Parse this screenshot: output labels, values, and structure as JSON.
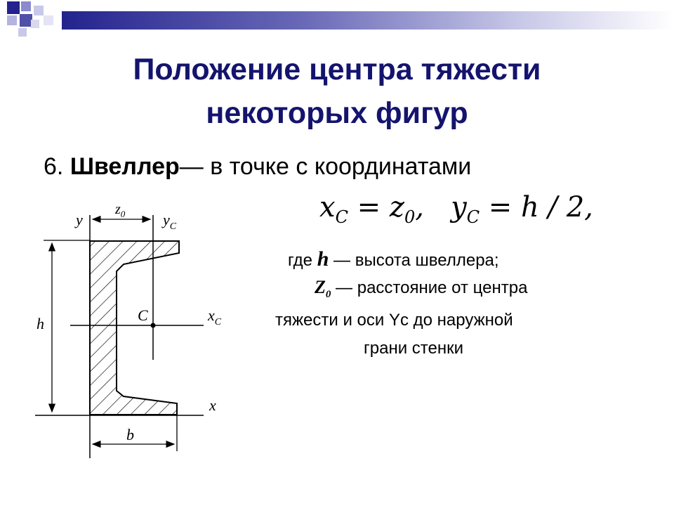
{
  "slide": {
    "title_line1": "Положение центра тяжести",
    "title_line2": "некоторых фигур",
    "item_number": "6.",
    "item_term": "Швеллер",
    "item_rest": "— в точке с координатами",
    "formula": {
      "x_label": "x",
      "x_sub": "C",
      "eq1": " = ",
      "z_label": "z",
      "z_sub": "0",
      "sep": ",   ",
      "y_label": "y",
      "y_sub": "C",
      "eq2": " = ",
      "rhs": "h / 2,"
    },
    "explanation": {
      "line1_prefix": "где ",
      "line1_var": "h",
      "line1_text": " — высота швеллера;",
      "line2_var": "Z",
      "line2_sub": "0",
      "line2_text": " — расстояние от центра",
      "line3": "тяжести и оси Yc до наружной",
      "line4": "грани стенки"
    },
    "diagram": {
      "label_y": "y",
      "label_z0": "z",
      "label_z0_sub": "0",
      "label_yc": "y",
      "label_yc_sub": "C",
      "label_h": "h",
      "label_c": "C",
      "label_xc": "x",
      "label_xc_sub": "C",
      "label_x": "x",
      "label_b": "b"
    }
  }
}
